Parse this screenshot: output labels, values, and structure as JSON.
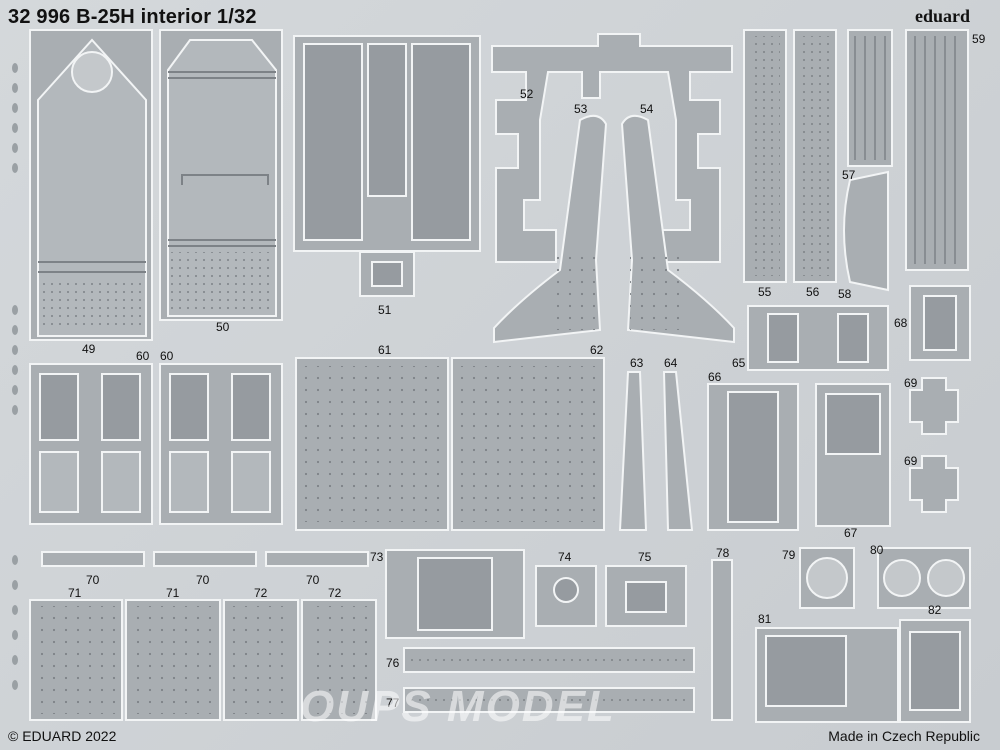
{
  "sheet": {
    "title": "32 996 B-25H interior 1/32",
    "brand": "eduard",
    "copyright": "© EDUARD 2022",
    "origin": "Made in Czech Republic",
    "watermark": "OUPS MODEL"
  },
  "part_labels": {
    "p49": "49",
    "p50": "50",
    "p51": "51",
    "p52": "52",
    "p53": "53",
    "p54": "54",
    "p55": "55",
    "p56": "56",
    "p57": "57",
    "p58": "58",
    "p59": "59",
    "p60a": "60",
    "p60b": "60",
    "p61": "61",
    "p62": "62",
    "p63": "63",
    "p64": "64",
    "p65": "65",
    "p66": "66",
    "p67": "67",
    "p68": "68",
    "p69a": "69",
    "p69b": "69",
    "p70a": "70",
    "p70b": "70",
    "p70c": "70",
    "p71a": "71",
    "p71b": "71",
    "p72a": "72",
    "p72b": "72",
    "p73": "73",
    "p74": "74",
    "p75": "75",
    "p76": "76",
    "p77": "77",
    "p78": "78",
    "p79": "79",
    "p80": "80",
    "p81": "81",
    "p82": "82"
  },
  "colors": {
    "sheet": "#cdd1d4",
    "part_fill": "#a9aeb2",
    "part_stroke": "#f2f4f5",
    "detail": "#8f9499"
  }
}
